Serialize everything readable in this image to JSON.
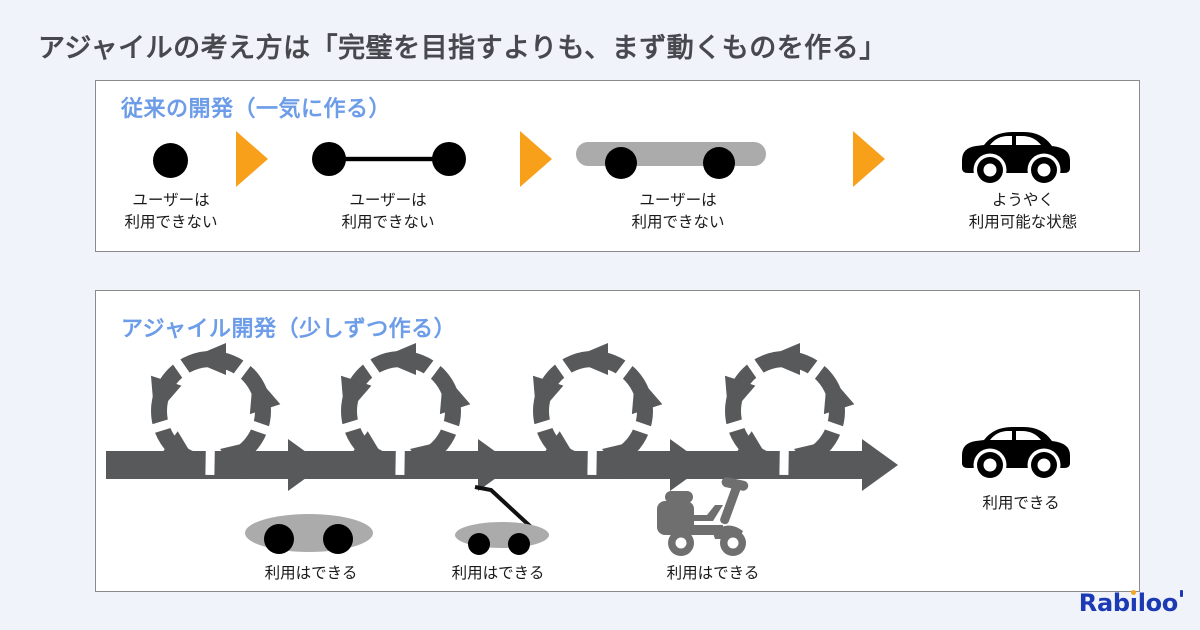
{
  "title": "アジャイルの考え方は「完璧を目指すよりも、まず動くものを作る」",
  "traditional": {
    "header": "従来の開発（一気に作る）",
    "steps": [
      {
        "icon": "wheel-icon",
        "label": "ユーザーは\n利用できない"
      },
      {
        "icon": "axle-with-wheels-icon",
        "label": "ユーザーは\n利用できない"
      },
      {
        "icon": "chassis-with-wheels-icon",
        "label": "ユーザーは\n利用できない"
      },
      {
        "icon": "car-icon",
        "label": "ようやく\n利用可能な状態"
      }
    ]
  },
  "agile": {
    "header": "アジャイル開発（少しずつ作る）",
    "iteration_loops": 4,
    "deliverables": [
      {
        "icon": "skateboard-icon",
        "label": "利用はできる"
      },
      {
        "icon": "kick-scooter-icon",
        "label": "利用はできる"
      },
      {
        "icon": "motor-scooter-icon",
        "label": "利用はできる"
      },
      {
        "icon": "car-icon",
        "label": "利用できる"
      }
    ]
  },
  "icons": {
    "next-step": "orange-right-triangle-arrow",
    "iteration": "sprint-loop-arrow-circle"
  },
  "colors": {
    "bg": "#f0f3fa",
    "blue": "#6d9de8",
    "orange": "#f9a01b",
    "loop": "#58595b",
    "deck": "#ababab",
    "moto": "#6f6f6f",
    "title": "#47494e",
    "logo-blue": "#1d3ab5",
    "logo-dot": "#f5a623"
  },
  "logo": {
    "part1": "Rab",
    "dotless_i": "ı",
    "part2": "loo"
  }
}
